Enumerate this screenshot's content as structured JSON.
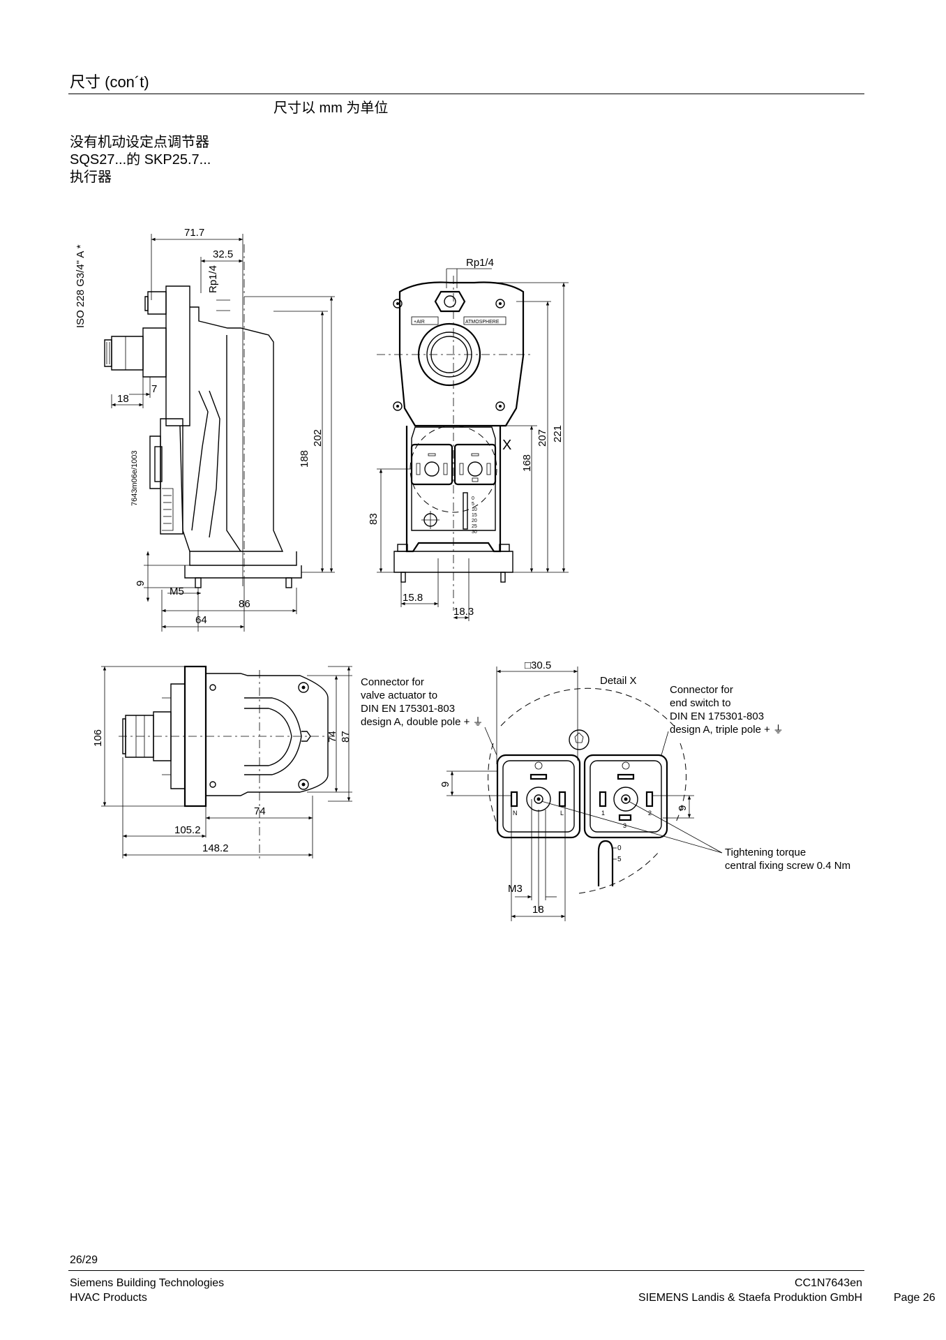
{
  "header": {
    "section_title": "尺寸 (con´t)",
    "units_note": "尺寸以 mm 为单位",
    "subtitle_lines": [
      "没有机动设定点调节器",
      "SQS27...的 SKP25.7...",
      "执行器"
    ]
  },
  "drawing": {
    "side_view": {
      "iso_label": "ISO 228 G3/4\" A *",
      "drawing_no": "7643m06e/1003",
      "dim_71_7": "71.7",
      "dim_32_5": "32.5",
      "rp_label": "Rp1/4",
      "dim_7": "7",
      "dim_18": "18",
      "dim_188": "188",
      "dim_202": "202",
      "dim_9": "9",
      "m5_label": "M5",
      "dim_86": "86",
      "dim_64": "64"
    },
    "front_view": {
      "rp_label": "Rp1/4",
      "air_label": "+AIR",
      "atmosphere_label": "ATMOSPHERE",
      "detail_marker": "X",
      "dim_207": "207",
      "dim_221": "221",
      "dim_168": "168",
      "dim_83": "83",
      "dim_15_8": "15.8",
      "dim_18_3": "18.3",
      "scale_marks": [
        "0",
        "5",
        "10",
        "15",
        "20",
        "25",
        "30"
      ]
    },
    "top_view": {
      "dim_106": "106",
      "dim_74_v": "74",
      "dim_87": "87",
      "dim_74_h": "74",
      "dim_105_2": "105.2",
      "dim_148_2": "148.2"
    },
    "detail": {
      "title": "Detail X",
      "dim_30_5": "□30.5",
      "left_note": [
        "Connector for",
        "valve actuator to",
        "DIN EN 175301-803",
        "design A, double pole + ⏚"
      ],
      "right_note": [
        "Connector for",
        "end switch to",
        "DIN EN 175301-803",
        "design A, triple pole + ⏚"
      ],
      "torque_note": [
        "Tightening torque",
        "central fixing screw 0.4 Nm"
      ],
      "dim_9_left": "9",
      "dim_9_right": "9",
      "m3_label": "M3",
      "dim_18": "18",
      "pin_left": [
        "N",
        "L"
      ],
      "pin_right": [
        "1",
        "2",
        "3"
      ],
      "scale_marks": [
        "0",
        "5"
      ]
    }
  },
  "footer": {
    "page_counter": "26/29",
    "company_left_1": "Siemens Building Technologies",
    "company_left_2": "HVAC Products",
    "doc_number": "CC1N7643en",
    "company_right": "SIEMENS Landis & Staefa Produktion GmbH",
    "page_label": "Page 26"
  }
}
